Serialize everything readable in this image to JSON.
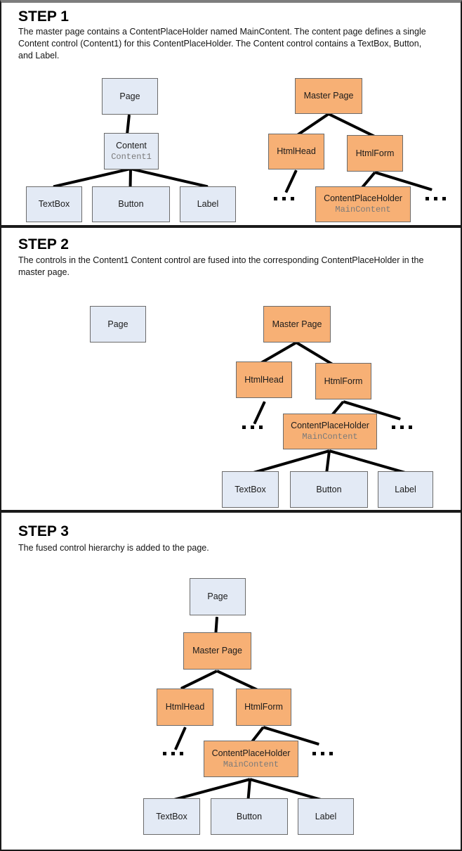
{
  "steps": [
    {
      "title": "STEP 1",
      "description": "The master page contains a ContentPlaceHolder named MainContent. The content page defines a single Content control (Content1) for this ContentPlaceHolder. The Content control contains a TextBox, Button, and Label."
    },
    {
      "title": "STEP 2",
      "description": "The controls in the Content1 Content control are fused into the corresponding ContentPlaceHolder in the master page."
    },
    {
      "title": "STEP 3",
      "description": "The fused control hierarchy is added to the page."
    }
  ],
  "nodes": {
    "page": "Page",
    "content": "Content",
    "content_id": "Content1",
    "textbox": "TextBox",
    "button": "Button",
    "label": "Label",
    "master_page": "Master Page",
    "html_head": "HtmlHead",
    "html_form": "HtmlForm",
    "content_placeholder": "ContentPlaceHolder",
    "content_placeholder_id": "MainContent"
  },
  "colors": {
    "blue_node": "#e3eaf5",
    "orange_node": "#f7b075",
    "node_border": "#6b6b6b",
    "edge": "#000000",
    "panel_border": "#1a1a1a",
    "text": "#1b1b1b",
    "mono_text": "#7a7a7a"
  },
  "chart_data": {
    "type": "diagram",
    "title": "ASP.NET master page and content page control-tree merge",
    "step1": {
      "content_page_tree": {
        "root": "Page",
        "children": [
          {
            "name": "Content",
            "id": "Content1",
            "children": [
              "TextBox",
              "Button",
              "Label"
            ]
          }
        ]
      },
      "master_page_tree": {
        "root": "Master Page",
        "children": [
          {
            "name": "HtmlHead",
            "children": [
              "..."
            ]
          },
          {
            "name": "HtmlForm",
            "children": [
              {
                "name": "ContentPlaceHolder",
                "id": "MainContent"
              },
              "..."
            ]
          }
        ]
      }
    },
    "step2": {
      "detached": [
        "Page"
      ],
      "master_page_tree": {
        "root": "Master Page",
        "children": [
          {
            "name": "HtmlHead",
            "children": [
              "..."
            ]
          },
          {
            "name": "HtmlForm",
            "children": [
              {
                "name": "ContentPlaceHolder",
                "id": "MainContent",
                "children": [
                  "TextBox",
                  "Button",
                  "Label"
                ]
              },
              "..."
            ]
          }
        ]
      }
    },
    "step3": {
      "tree": {
        "root": "Page",
        "children": [
          {
            "name": "Master Page",
            "children": [
              {
                "name": "HtmlHead",
                "children": [
                  "..."
                ]
              },
              {
                "name": "HtmlForm",
                "children": [
                  {
                    "name": "ContentPlaceHolder",
                    "id": "MainContent",
                    "children": [
                      "TextBox",
                      "Button",
                      "Label"
                    ]
                  },
                  "..."
                ]
              }
            ]
          }
        ]
      }
    }
  }
}
